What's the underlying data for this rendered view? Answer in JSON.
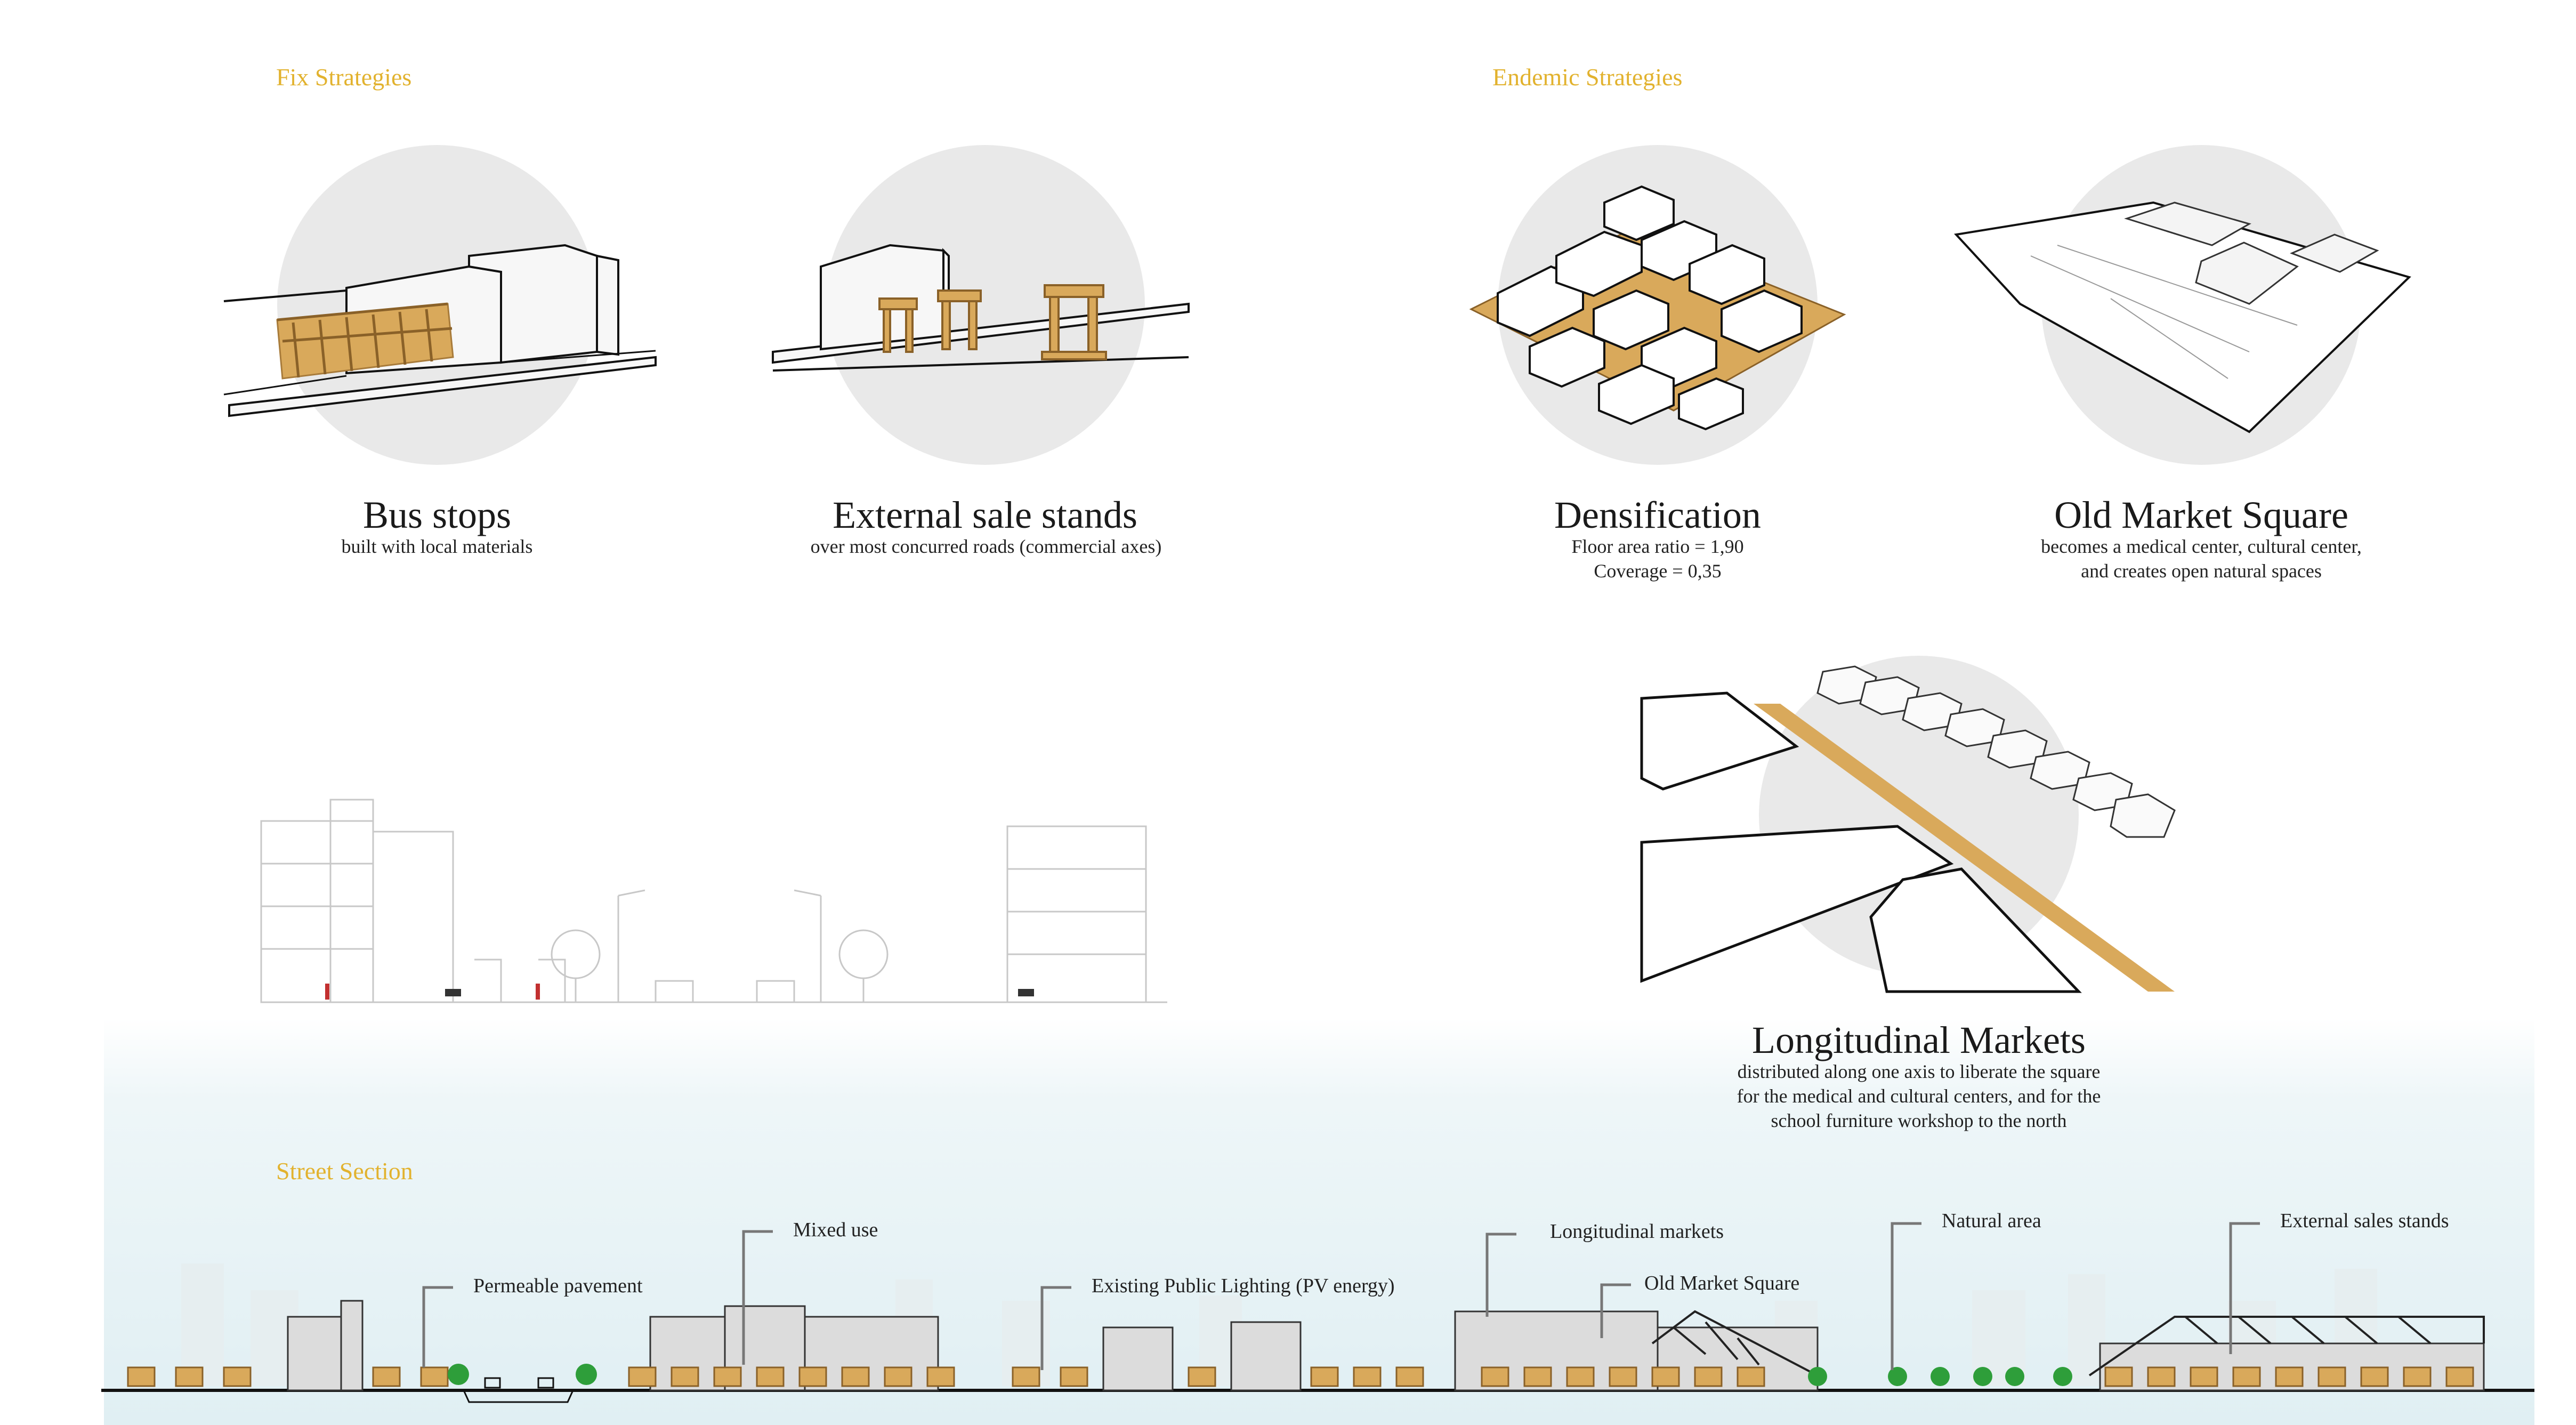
{
  "headers": {
    "fix": "Fix Strategies",
    "endemic": "Endemic Strategies",
    "street": "Street Section"
  },
  "strategies": {
    "bus_stops": {
      "title": "Bus stops",
      "lines": [
        "built with local materials"
      ]
    },
    "sale_stands": {
      "title": "External sale stands",
      "lines": [
        "over most concurred roads (commercial axes)"
      ]
    },
    "densification": {
      "title": "Densification",
      "lines": [
        "Floor area ratio = 1,90",
        "Coverage = 0,35"
      ]
    },
    "old_market": {
      "title": "Old Market Square",
      "lines": [
        "becomes a medical center, cultural center,",
        "and creates open natural spaces"
      ]
    },
    "longitudinal": {
      "title": "Longitudinal Markets",
      "lines": [
        "distributed along one axis to liberate the square",
        "for the medical and cultural centers, and for the",
        "school furniture workshop to the north"
      ]
    }
  },
  "callouts": {
    "permeable": "Permeable pavement",
    "mixed_use": "Mixed use",
    "lighting": "Existing Public Lighting (PV energy)",
    "long_markets": "Longitudinal markets",
    "old_square": "Old Market Square",
    "natural": "Natural area",
    "ext_stands": "External sales stands"
  },
  "colors": {
    "accent": "#e2b22e",
    "wood": "#d9a95b",
    "circle": "#e9e9e9",
    "tree": "#2e9e3a",
    "sky": "#e0eff3"
  }
}
